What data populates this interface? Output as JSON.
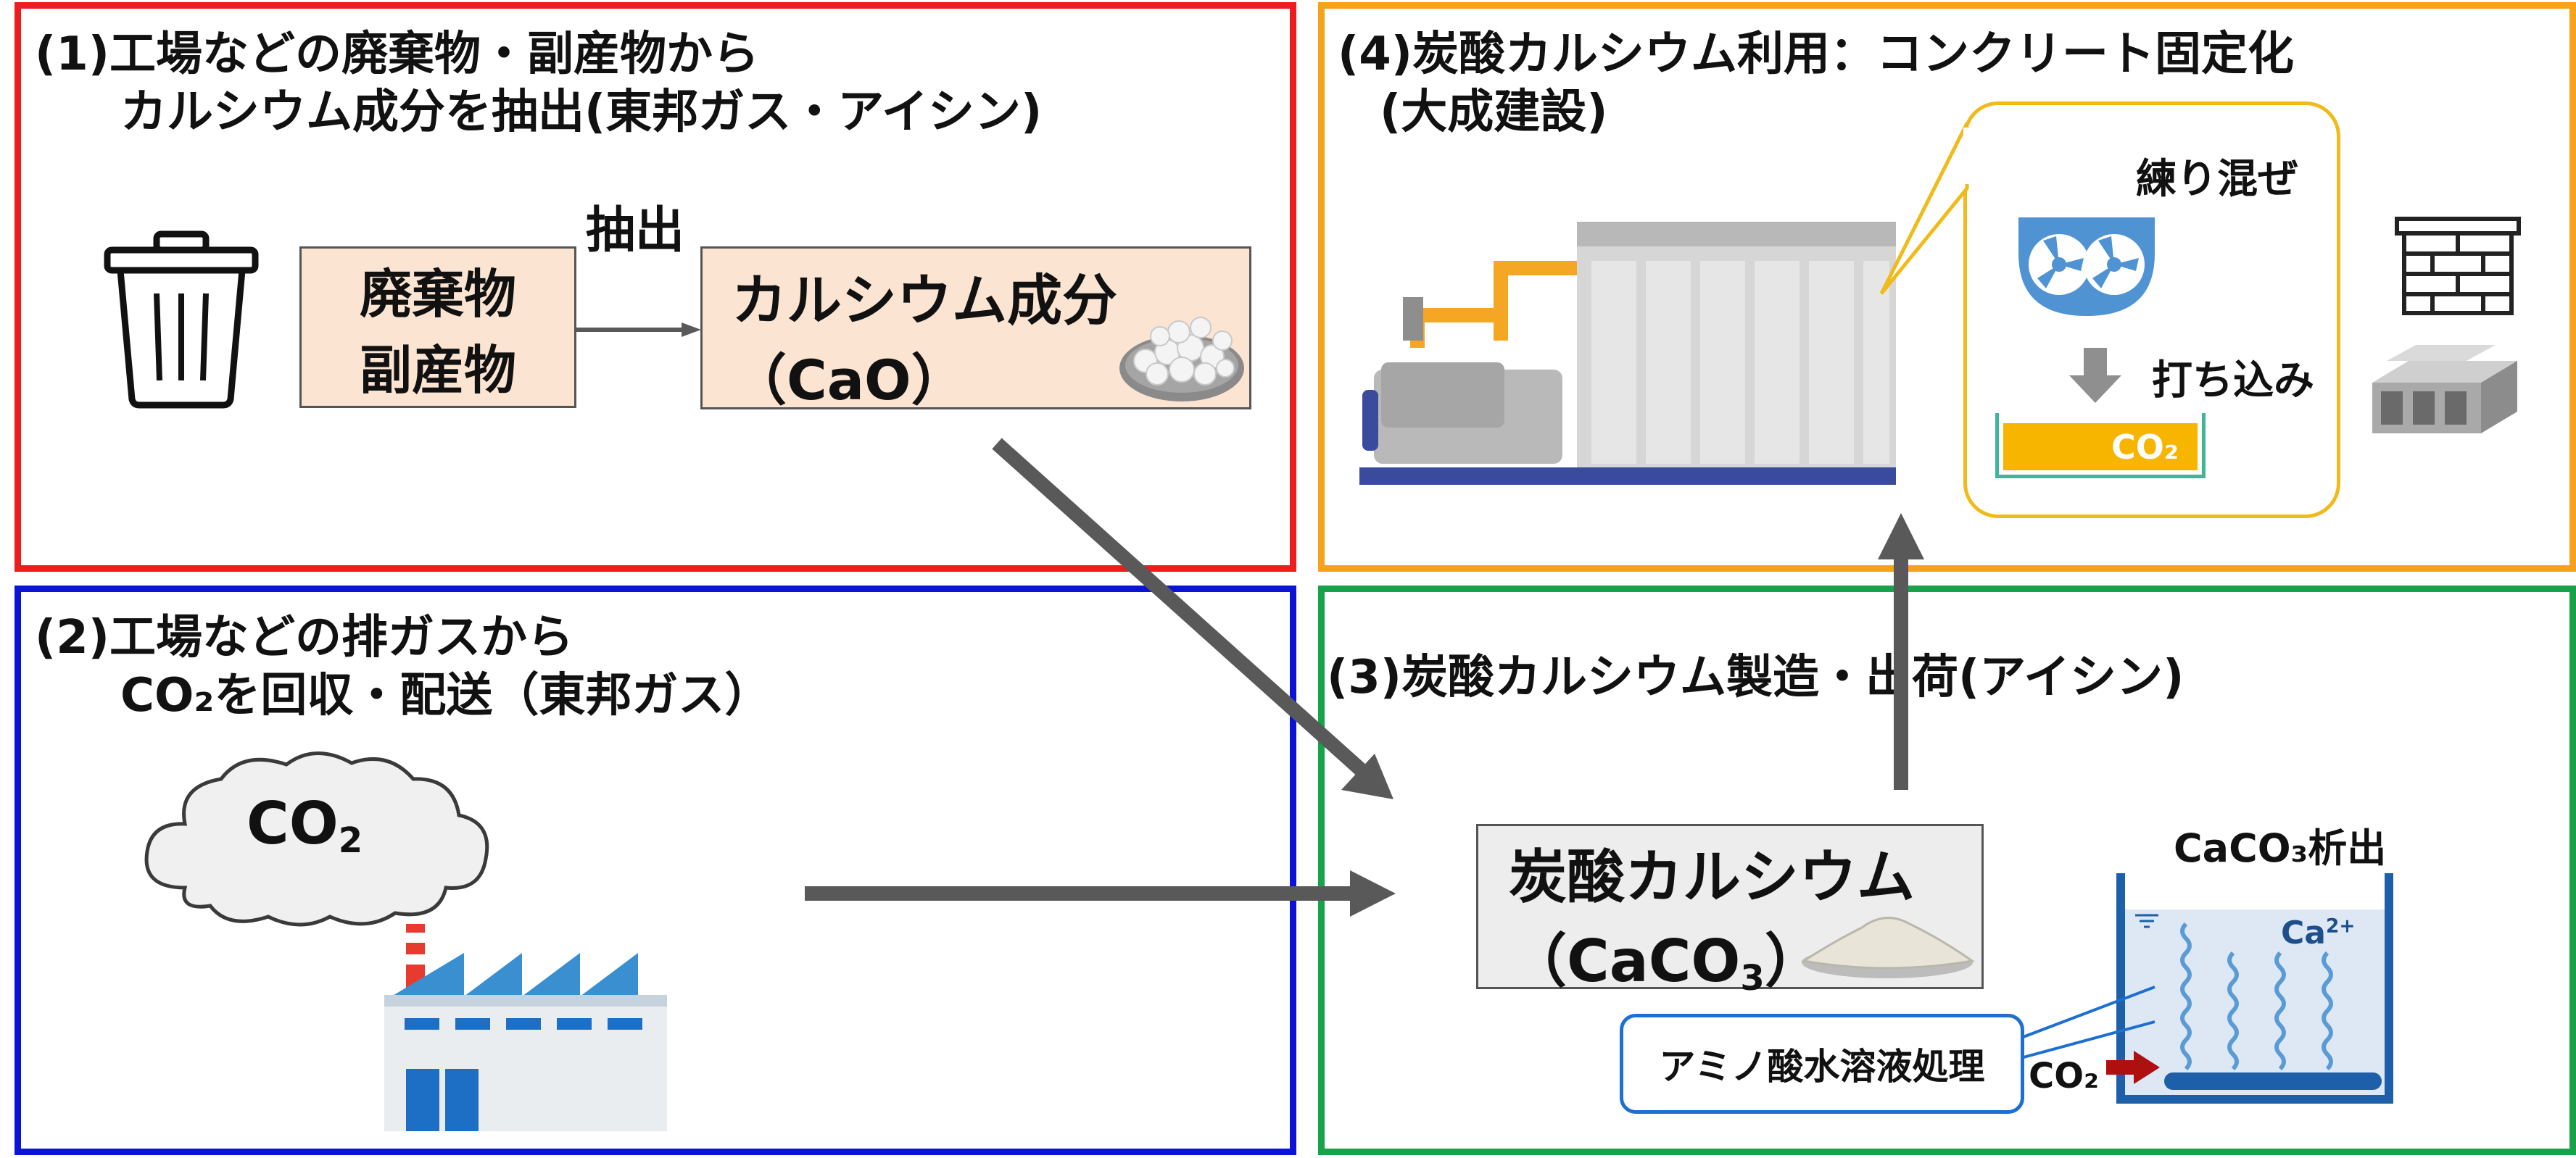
{
  "colors": {
    "panel1": "#ee1c1c",
    "panel2": "#0b14d6",
    "panel3": "#18a24a",
    "panel4": "#f7a21b",
    "box_fill": "#fbe4d2",
    "arrow": "#595959",
    "grey_box": "#ededed"
  },
  "panel1": {
    "title_line1": "(1)工場などの廃棄物・副産物から",
    "title_line2": "カルシウム成分を抽出(東邦ガス・アイシン)",
    "source_line1": "廃棄物",
    "source_line2": "副産物",
    "arrow_label": "抽出",
    "result_line1": "カルシウム成分",
    "result_line2": "（CaO）",
    "icon_trash": "trash-can-icon",
    "icon_lumps": "white-lumps-icon"
  },
  "panel2": {
    "title_line1": "(2)工場などの排ガスから",
    "title_line2": "CO₂を回収・配送（東邦ガス）",
    "cloud_main": "CO",
    "cloud_sub": "2",
    "icon_factory": "factory-icon"
  },
  "panel3": {
    "title": "(3)炭酸カルシウム製造・出荷(アイシン)",
    "product_line1": "炭酸カルシウム",
    "product_line2_a": "（CaCO",
    "product_line2_sub": "3",
    "product_line2_b": "）",
    "precip_label": "CaCO₃析出",
    "ion_label_main": "Ca",
    "ion_label_sup": "2+",
    "callout": "アミノ酸水溶液処理",
    "co2_inlet": "CO₂"
  },
  "panel4": {
    "title_line1": "(4)炭酸カルシウム利用：コンクリート固定化",
    "title_line2": "(大成建設)",
    "step_mix": "練り混ぜ",
    "step_cast": "打ち込み",
    "co2_label": "CO₂"
  }
}
